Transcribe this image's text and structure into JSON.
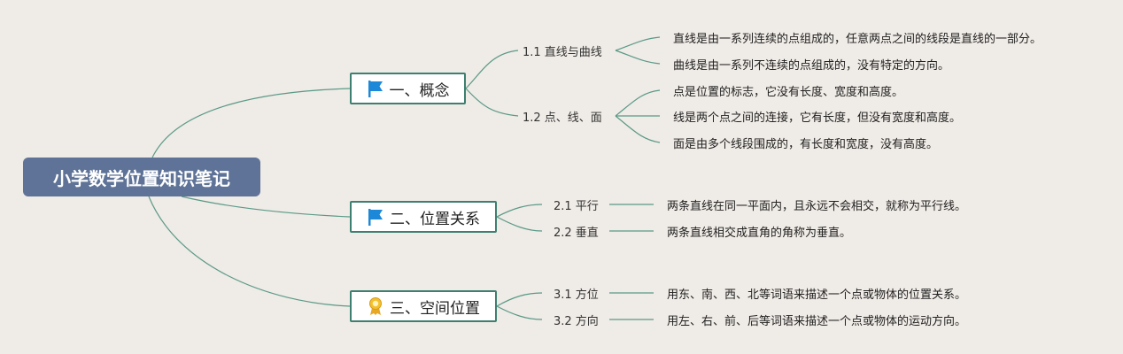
{
  "root": {
    "label": "小学数学位置知识笔记"
  },
  "topics": [
    {
      "label": "一、概念",
      "icon": "blue-flag-icon",
      "subs": [
        {
          "label": "1.1 直线与曲线",
          "leaves": [
            "直线是由一系列连续的点组成的，任意两点之间的线段是直线的一部分。",
            "曲线是由一系列不连续的点组成的，没有特定的方向。"
          ]
        },
        {
          "label": "1.2 点、线、面",
          "leaves": [
            "点是位置的标志，它没有长度、宽度和高度。",
            "线是两个点之间的连接，它有长度，但没有宽度和高度。",
            "面是由多个线段围成的，有长度和宽度，没有高度。"
          ]
        }
      ]
    },
    {
      "label": "二、位置关系",
      "icon": "blue-flag-icon",
      "subs": [
        {
          "label": "2.1 平行",
          "leaves": [
            "两条直线在同一平面内，且永远不会相交，就称为平行线。"
          ]
        },
        {
          "label": "2.2 垂直",
          "leaves": [
            "两条直线相交成直角的角称为垂直。"
          ]
        }
      ]
    },
    {
      "label": "三、空间位置",
      "icon": "award-ribbon-icon",
      "subs": [
        {
          "label": "3.1 方位",
          "leaves": [
            "用东、南、西、北等词语来描述一个点或物体的位置关系。"
          ]
        },
        {
          "label": "3.2 方向",
          "leaves": [
            "用左、右、前、后等词语来描述一个点或物体的运动方向。"
          ]
        }
      ]
    }
  ],
  "colors": {
    "background": "#efebe6",
    "root": "#5e7397",
    "line": "#5a9a88",
    "border": "#3d7f70",
    "flag": "#1e88d8",
    "award": "#f2c12e"
  }
}
